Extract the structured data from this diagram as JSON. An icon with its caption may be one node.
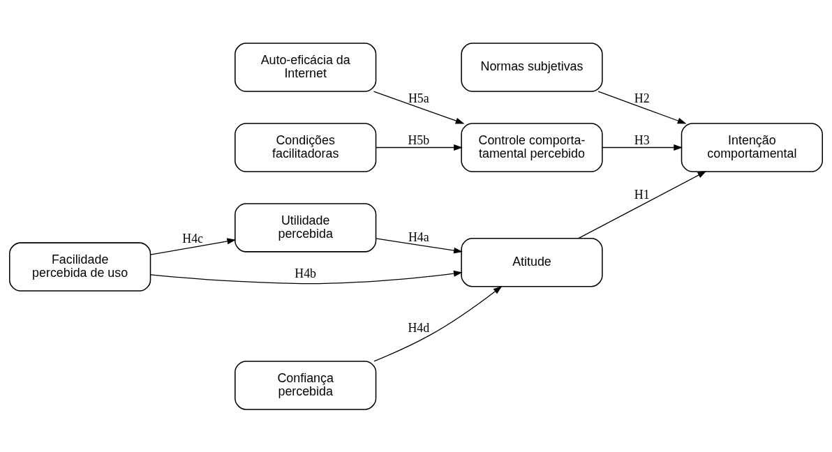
{
  "diagram": {
    "nodes": [
      {
        "text": [
          "Utilidade percebida"
        ]
      },
      {
        "text": [
          "Facilidade percebida de uso"
        ]
      },
      {
        "text": [
          "Confiança percebida"
        ]
      },
      {
        "text": [
          "Atitude"
        ]
      },
      {
        "text": [
          "Normas subjetivas"
        ]
      },
      {
        "text": [
          "Intenção comportamental"
        ]
      },
      {
        "text": [
          "Auto-eficácia da Internet"
        ]
      },
      {
        "text": [
          "Controle comporta- tamental percebido"
        ]
      },
      {
        "text": [
          "Condições facilitadoras"
        ]
      }
    ],
    "edges": [
      {
        "from": 0,
        "to": 3,
        "arrow": "to",
        "label": "H4a"
      },
      {
        "from": 1,
        "to": 3,
        "arrow": "to",
        "label": "H4b"
      },
      {
        "from": 1,
        "to": 0,
        "arrow": "to",
        "label": "H4c"
      },
      {
        "from": 2,
        "to": 3,
        "arrow": "to",
        "label": "H4d"
      },
      {
        "from": 3,
        "to": 5,
        "arrow": "to",
        "label": "H1"
      },
      {
        "from": 4,
        "to": 5,
        "arrow": "to",
        "label": "H2"
      },
      {
        "from": 7,
        "to": 5,
        "arrow": "to",
        "label": "H3"
      },
      {
        "from": 6,
        "to": 7,
        "arrow": "to",
        "label": "H5a"
      },
      {
        "from": 8,
        "to": 7,
        "arrow": "to",
        "label": "H5b"
      }
    ]
  }
}
